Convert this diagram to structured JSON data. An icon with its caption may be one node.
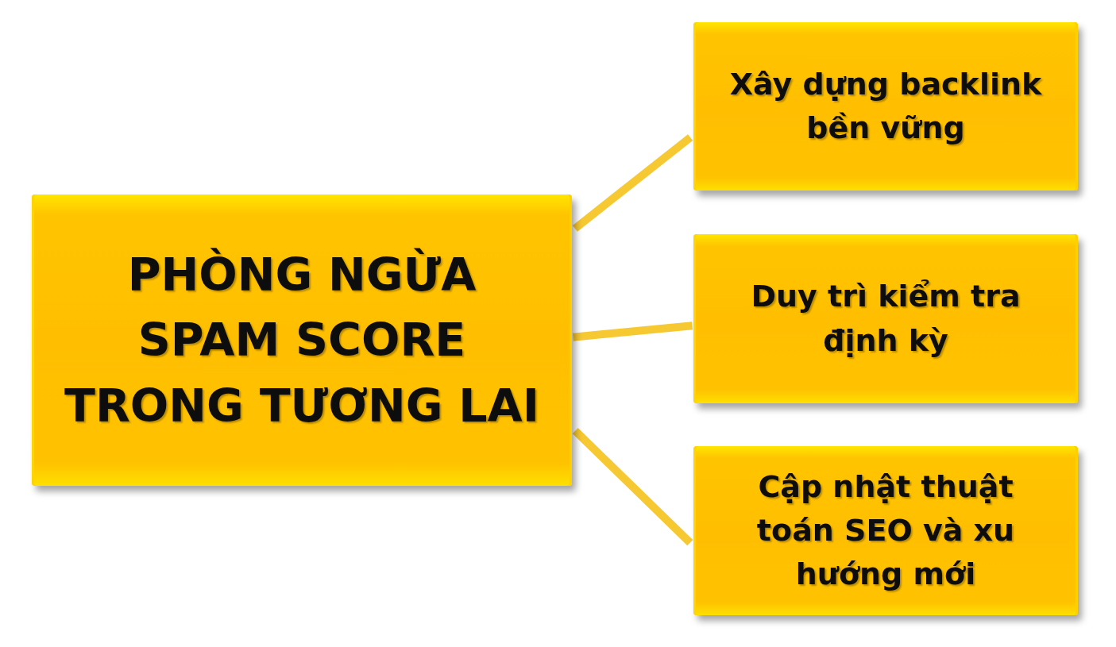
{
  "diagram": {
    "nodes": [
      {
        "text": [
          "PHÒNG NGỪA SPAM SCORE TRONG TƯƠNG LAI"
        ]
      },
      {
        "text": [
          "Xây dựng backlink bền vững"
        ]
      },
      {
        "text": [
          "Duy trì kiểm tra định kỳ"
        ]
      },
      {
        "text": [
          "Cập nhật thuật toán SEO và xu hướng mới"
        ]
      }
    ],
    "edges": [
      {
        "from": 0,
        "to": 1,
        "arrow": "none"
      },
      {
        "from": 0,
        "to": 2,
        "arrow": "none"
      },
      {
        "from": 0,
        "to": 3,
        "arrow": "none"
      }
    ]
  }
}
